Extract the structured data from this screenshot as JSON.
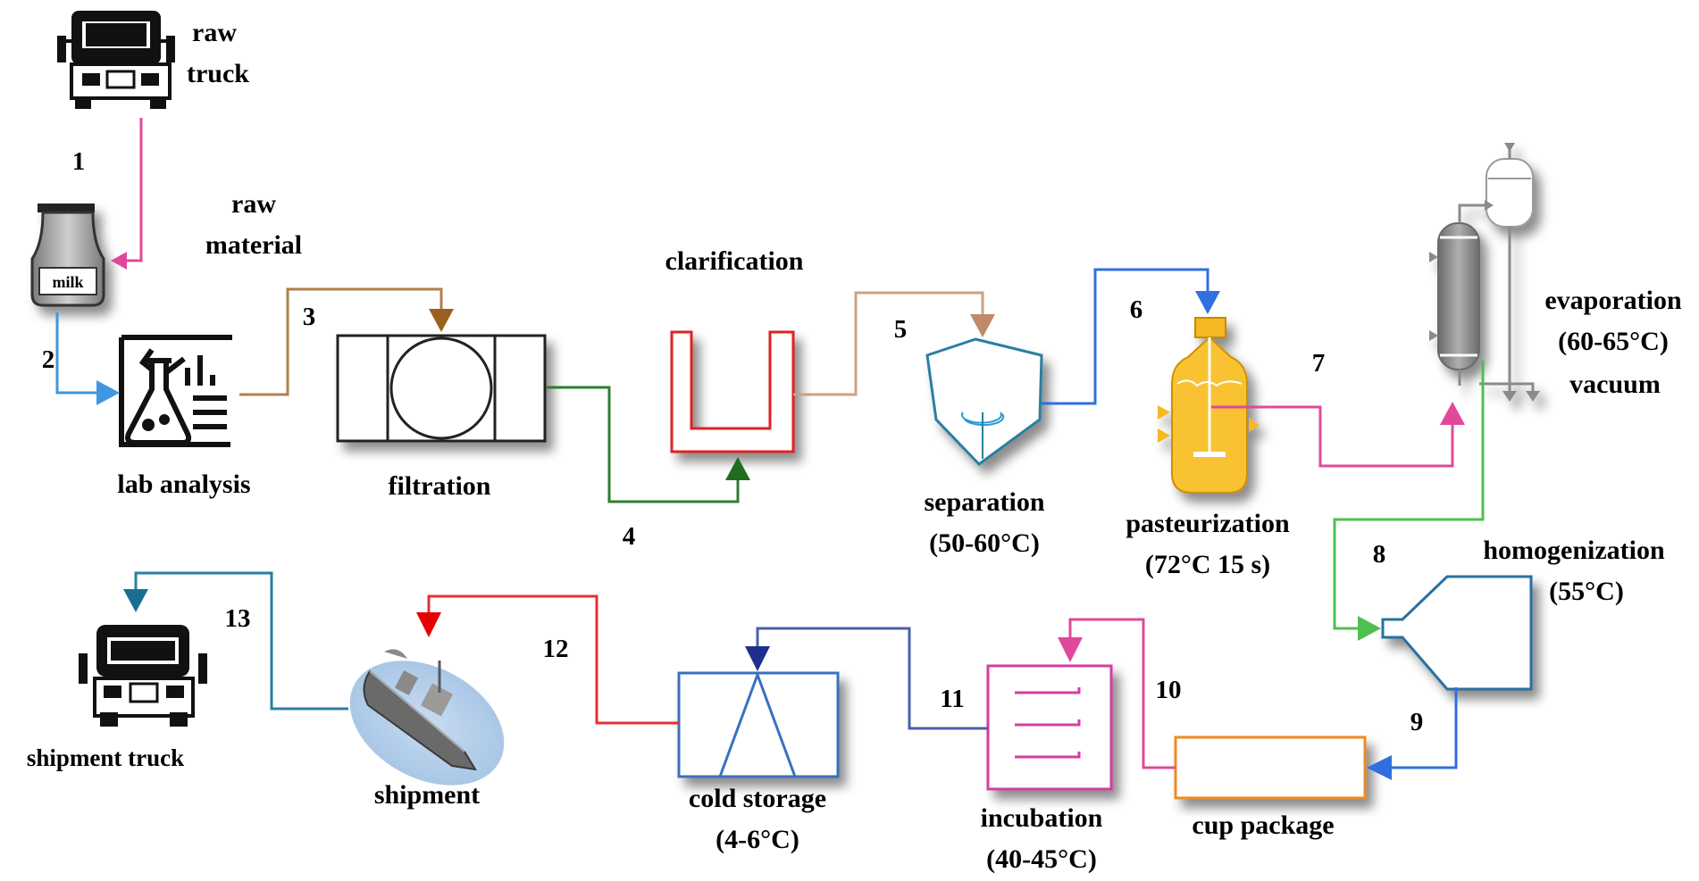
{
  "labels": {
    "raw_truck": [
      "raw",
      "truck"
    ],
    "raw_material": [
      "raw",
      "material"
    ],
    "lab_analysis": "lab analysis",
    "filtration": "filtration",
    "clarification": "clarification",
    "separation": [
      "separation",
      "(50-60°C)"
    ],
    "pasteurization": [
      "pasteurization",
      "(72°C 15 s)"
    ],
    "evaporation": [
      "evaporation",
      "(60-65°C)",
      "vacuum"
    ],
    "homogenization": [
      "homogenization",
      "(55°C)"
    ],
    "cup_package": "cup package",
    "incubation": [
      "incubation",
      "(40-45°C)"
    ],
    "cold_storage": [
      "cold storage",
      "(4-6°C)"
    ],
    "shipment": "shipment",
    "shipment_truck": "shipment truck",
    "milk_can": "milk"
  },
  "steps": [
    "1",
    "2",
    "3",
    "4",
    "5",
    "6",
    "7",
    "8",
    "9",
    "10",
    "11",
    "12",
    "13"
  ],
  "colors": {
    "step1": "#e0489a",
    "step2": "#3e97e0",
    "step3": "#b0804a",
    "step4": "#2f7d30",
    "step5": "#cfa080",
    "step6": "#2f6fe0",
    "step7": "#e0489a",
    "step8": "#4fbf50",
    "step9": "#2f6fe0",
    "step10": "#e0489a",
    "step11": "#4a5fae",
    "step12": "#e83030",
    "step13": "#2a7fa0",
    "filtration": "#222222",
    "clarification": "#e02020",
    "separation": "#2a7fa0",
    "pasteurization": "#f5b820",
    "evaporator": "#8a8a8a",
    "homogenization": "#2a6fa0",
    "cup_package": "#f08a20",
    "incubation": "#d83aa0",
    "cold_storage": "#3a70c0",
    "ship": "#6a6a6a"
  },
  "icons": [
    "truck-icon",
    "milk-can-icon",
    "lab-flask-icon",
    "ship-icon",
    "shipment-truck-icon",
    "agitator-icon"
  ]
}
